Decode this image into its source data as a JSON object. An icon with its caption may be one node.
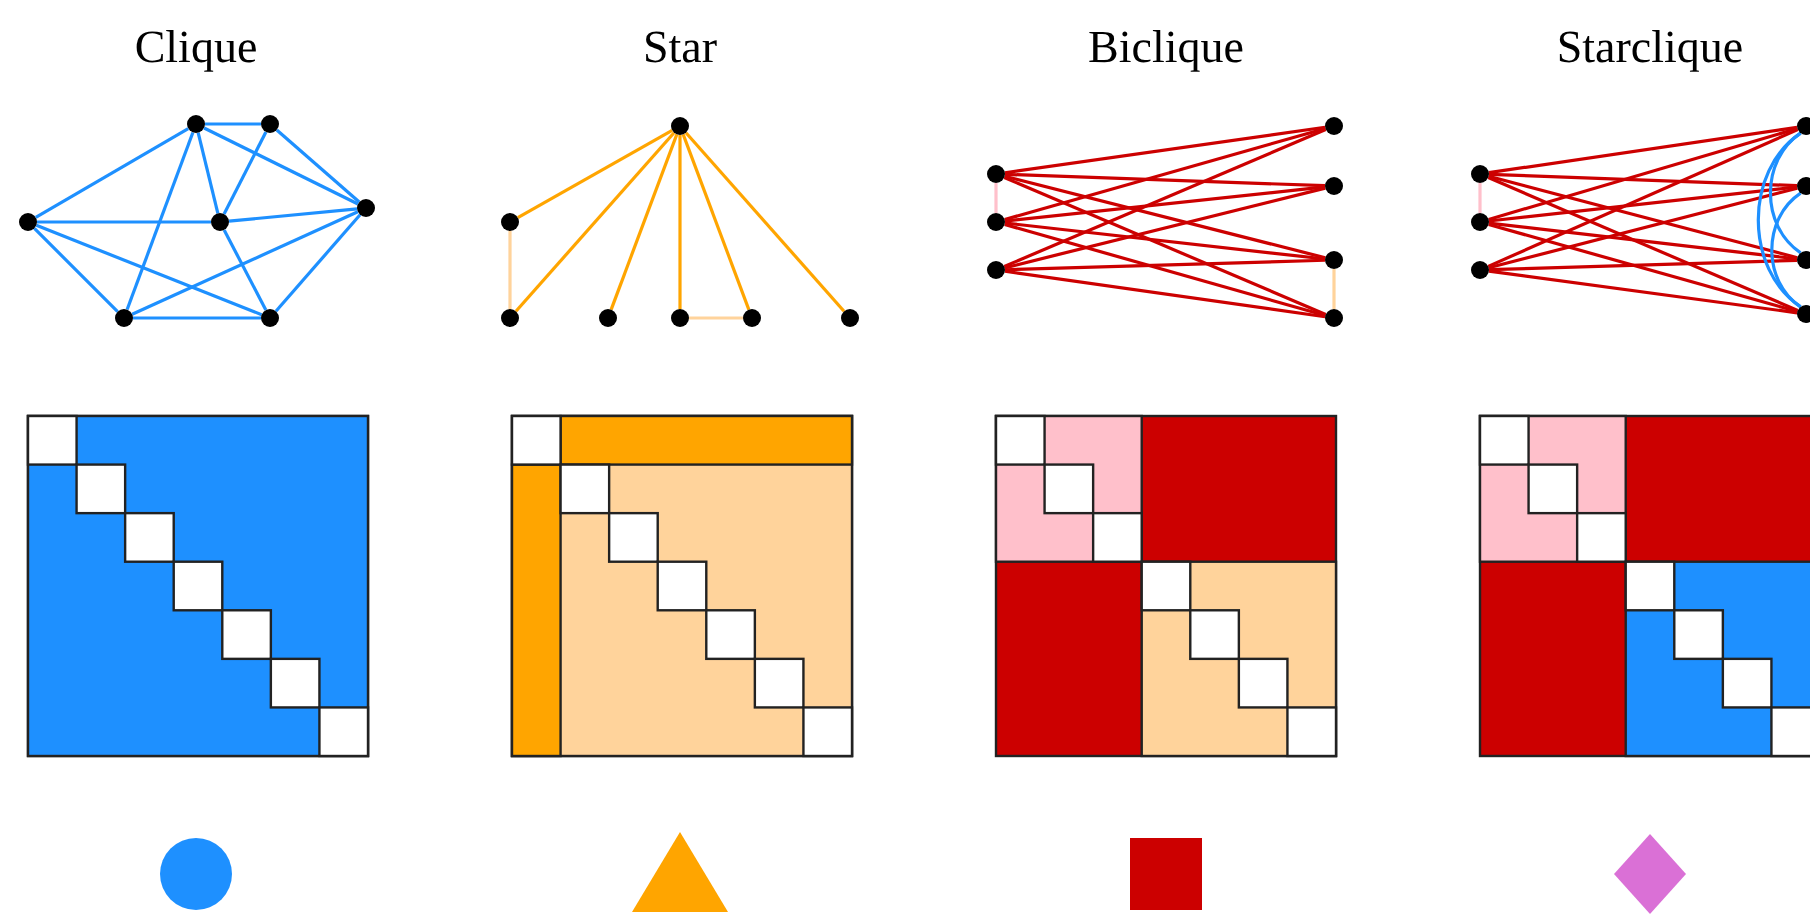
{
  "diagram": {
    "nodes": [
      {
        "text": [],
        "shape": "circle"
      },
      {
        "text": [],
        "shape": "circle"
      },
      {
        "text": [],
        "shape": "circle"
      },
      {
        "text": [],
        "shape": "circle"
      },
      {
        "text": [],
        "shape": "circle"
      },
      {
        "text": [],
        "shape": "circle"
      },
      {
        "text": [],
        "shape": "circle"
      },
      {
        "text": [],
        "shape": "circle"
      },
      {
        "text": [],
        "shape": "circle"
      },
      {
        "text": [],
        "shape": "circle"
      },
      {
        "text": [],
        "shape": "circle"
      },
      {
        "text": [],
        "shape": "circle"
      },
      {
        "text": [],
        "shape": "circle"
      },
      {
        "text": [],
        "shape": "circle"
      },
      {
        "text": [],
        "shape": "circle"
      },
      {
        "text": [],
        "shape": "circle"
      },
      {
        "text": [],
        "shape": "circle"
      },
      {
        "text": [],
        "shape": "circle"
      },
      {
        "text": [],
        "shape": "circle"
      },
      {
        "text": [],
        "shape": "circle"
      },
      {
        "text": [],
        "shape": "circle"
      },
      {
        "text": [],
        "shape": "circle"
      },
      {
        "text": [],
        "shape": "circle"
      },
      {
        "text": [],
        "shape": "circle"
      },
      {
        "text": [],
        "shape": "circle"
      },
      {
        "text": [],
        "shape": "circle"
      },
      {
        "text": [],
        "shape": "circle"
      },
      {
        "text": [],
        "shape": "circle"
      }
    ],
    "edges": [
      {
        "from": 0,
        "to": 1,
        "arrow": "none",
        "color": "#1e90ff"
      },
      {
        "from": 0,
        "to": 3,
        "arrow": "none",
        "color": "#1e90ff"
      },
      {
        "from": 0,
        "to": 5,
        "arrow": "none",
        "color": "#1e90ff"
      },
      {
        "from": 0,
        "to": 4,
        "arrow": "none",
        "color": "#1e90ff"
      },
      {
        "from": 0,
        "to": 2,
        "arrow": "none",
        "color": "#1e90ff"
      },
      {
        "from": 1,
        "to": 4,
        "arrow": "none",
        "color": "#1e90ff"
      },
      {
        "from": 1,
        "to": 2,
        "arrow": "none",
        "color": "#1e90ff"
      },
      {
        "from": 3,
        "to": 4,
        "arrow": "none",
        "color": "#1e90ff"
      },
      {
        "from": 3,
        "to": 5,
        "arrow": "none",
        "color": "#1e90ff"
      },
      {
        "from": 3,
        "to": 6,
        "arrow": "none",
        "color": "#1e90ff"
      },
      {
        "from": 4,
        "to": 2,
        "arrow": "none",
        "color": "#1e90ff"
      },
      {
        "from": 4,
        "to": 6,
        "arrow": "none",
        "color": "#1e90ff"
      },
      {
        "from": 2,
        "to": 5,
        "arrow": "none",
        "color": "#1e90ff"
      },
      {
        "from": 2,
        "to": 6,
        "arrow": "none",
        "color": "#1e90ff"
      },
      {
        "from": 5,
        "to": 6,
        "arrow": "none",
        "color": "#1e90ff"
      },
      {
        "from": 7,
        "to": 8,
        "arrow": "none",
        "color": "#ffa500"
      },
      {
        "from": 7,
        "to": 9,
        "arrow": "none",
        "color": "#ffa500"
      },
      {
        "from": 7,
        "to": 10,
        "arrow": "none",
        "color": "#ffa500"
      },
      {
        "from": 7,
        "to": 11,
        "arrow": "none",
        "color": "#ffa500"
      },
      {
        "from": 7,
        "to": 12,
        "arrow": "none",
        "color": "#ffa500"
      },
      {
        "from": 7,
        "to": 13,
        "arrow": "none",
        "color": "#ffa500"
      },
      {
        "from": 8,
        "to": 9,
        "arrow": "none",
        "color": "#ffd39b"
      },
      {
        "from": 11,
        "to": 12,
        "arrow": "none",
        "color": "#ffd39b"
      },
      {
        "from": 15,
        "to": 14,
        "arrow": "none"
      },
      {
        "from": 15,
        "to": 16,
        "arrow": "none"
      },
      {
        "from": 15,
        "to": 18,
        "arrow": "none"
      },
      {
        "from": 15,
        "to": 20,
        "arrow": "none"
      },
      {
        "from": 17,
        "to": 14,
        "arrow": "none"
      },
      {
        "from": 17,
        "to": 16,
        "arrow": "none"
      },
      {
        "from": 17,
        "to": 18,
        "arrow": "none"
      },
      {
        "from": 17,
        "to": 20,
        "arrow": "none"
      },
      {
        "from": 19,
        "to": 14,
        "arrow": "none"
      },
      {
        "from": 19,
        "to": 16,
        "arrow": "none"
      },
      {
        "from": 19,
        "to": 18,
        "arrow": "none"
      },
      {
        "from": 19,
        "to": 20,
        "arrow": "none"
      },
      {
        "from": 15,
        "to": 17,
        "arrow": "none",
        "color": "#ffc0cb"
      },
      {
        "from": 18,
        "to": 20,
        "arrow": "none",
        "color": "#ffd39b"
      },
      {
        "from": 22,
        "to": 21,
        "arrow": "none"
      },
      {
        "from": 22,
        "to": 23,
        "arrow": "none"
      },
      {
        "from": 22,
        "to": 25,
        "arrow": "none"
      },
      {
        "from": 22,
        "to": 27,
        "arrow": "none"
      },
      {
        "from": 24,
        "to": 21,
        "arrow": "none"
      },
      {
        "from": 24,
        "to": 23,
        "arrow": "none"
      },
      {
        "from": 24,
        "to": 25,
        "arrow": "none"
      },
      {
        "from": 24,
        "to": 27,
        "arrow": "none"
      },
      {
        "from": 26,
        "to": 21,
        "arrow": "none"
      },
      {
        "from": 26,
        "to": 23,
        "arrow": "none"
      },
      {
        "from": 26,
        "to": 25,
        "arrow": "none"
      },
      {
        "from": 26,
        "to": 27,
        "arrow": "none"
      },
      {
        "from": 22,
        "to": 24,
        "arrow": "none",
        "color": "#ffc0cb"
      },
      {
        "from": 21,
        "to": 27,
        "arrow": "none",
        "color": "#1e90ff"
      },
      {
        "from": 21,
        "to": 25,
        "arrow": "none",
        "color": "#1e90ff"
      },
      {
        "from": 23,
        "to": 27,
        "arrow": "none",
        "color": "#1e90ff"
      }
    ],
    "labels": [
      "Clique",
      "Star",
      "Biclique",
      "Starclique"
    ]
  }
}
